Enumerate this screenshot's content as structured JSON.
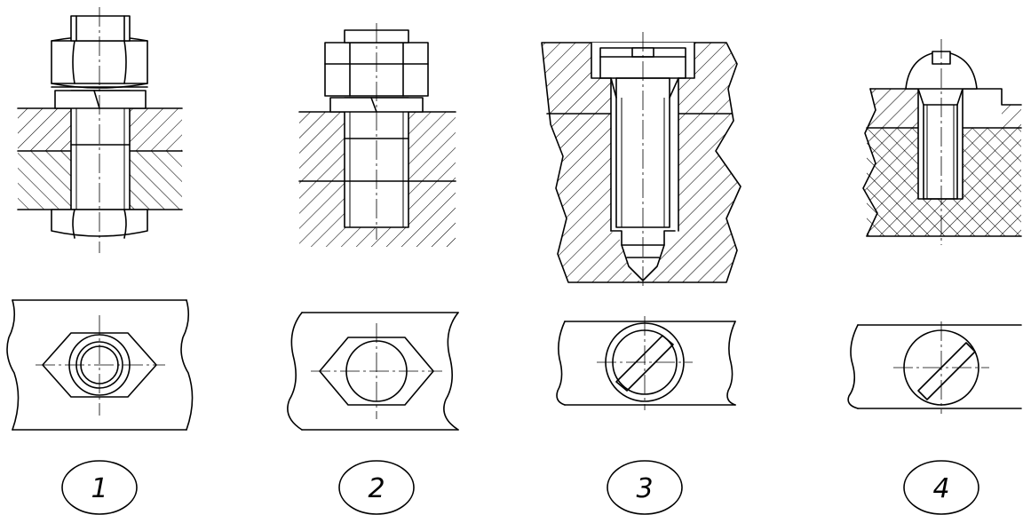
{
  "labels": {
    "fig1": "1",
    "fig2": "2",
    "fig3": "3",
    "fig4": "4"
  }
}
